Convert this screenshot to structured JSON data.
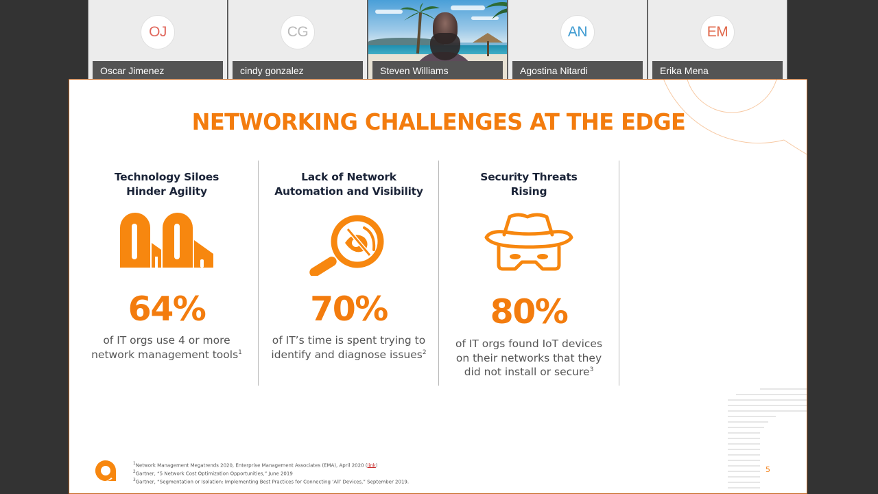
{
  "participants": [
    {
      "initials": "OJ",
      "name": "Oscar Jimenez",
      "initials_color": "#e0675c",
      "video": false
    },
    {
      "initials": "CG",
      "name": "cindy gonzalez",
      "initials_color": "#b9b9b9",
      "video": false
    },
    {
      "initials": "",
      "name": "Steven Williams",
      "initials_color": "",
      "video": true
    },
    {
      "initials": "AN",
      "name": "Agostina Nitardi",
      "initials_color": "#3f9bd1",
      "video": false
    },
    {
      "initials": "EM",
      "name": "Erika Mena",
      "initials_color": "#e0674a",
      "video": false
    }
  ],
  "slide": {
    "title": "NETWORKING CHALLENGES AT THE EDGE",
    "accent_color": "#f37c0e",
    "columns": [
      {
        "heading_line1": "Technology Siloes",
        "heading_line2": "Hinder Agility",
        "icon": "silo-buildings-icon",
        "stat": "64%",
        "desc_lines": [
          "of IT orgs use 4 or more",
          "network management tools"
        ],
        "footnote_ref": "1"
      },
      {
        "heading_line1": "Lack of Network",
        "heading_line2": "Automation and Visibility",
        "icon": "magnifier-hidden-eye-icon",
        "stat": "70%",
        "desc_lines": [
          "of IT’s time is spent trying to",
          "identify and diagnose issues"
        ],
        "footnote_ref": "2"
      },
      {
        "heading_line1": "Security Threats",
        "heading_line2": "Rising",
        "icon": "masked-hat-spy-icon",
        "stat": "80%",
        "desc_lines": [
          "of IT orgs found IoT devices",
          "on their networks that they",
          "did not install or secure"
        ],
        "footnote_ref": "3"
      }
    ],
    "footnotes": [
      {
        "num": "1",
        "text": "Network Management Megatrends 2020, Enterprise Management Associates (EMA), April 2020 (",
        "link": "link",
        "after": ")"
      },
      {
        "num": "2",
        "text": "Gartner, “5 Network Cost Optimization Opportunities,” June 2019"
      },
      {
        "num": "3",
        "text": "Gartner, “Segmentation or Isolation: Implementing Best Practices for Connecting ‘All’ Devices,” September 2019."
      }
    ],
    "page_number": "5"
  }
}
